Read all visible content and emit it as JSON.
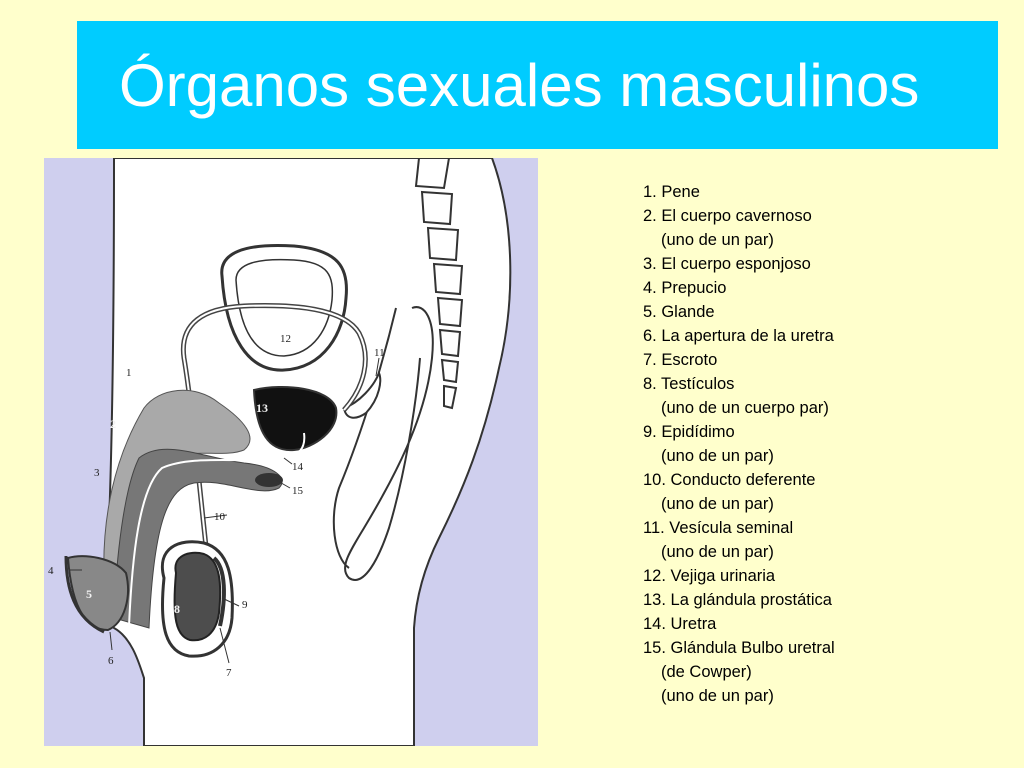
{
  "title": "Órganos sexuales masculinos",
  "colors": {
    "background": "#ffffcc",
    "title_bar": "#00ccff",
    "title_text": "#ffffff",
    "diagram_background": "#cfcfee"
  },
  "diagram_labels": [
    "1",
    "2",
    "3",
    "4",
    "5",
    "6",
    "7",
    "8",
    "9",
    "10",
    "11",
    "12",
    "13",
    "14",
    "15"
  ],
  "legend": [
    [
      "1. Pene"
    ],
    [
      "2. El cuerpo cavernoso",
      "(uno de un par)"
    ],
    [
      "3. El cuerpo esponjoso"
    ],
    [
      "4. Prepucio"
    ],
    [
      "5. Glande"
    ],
    [
      "6. La apertura de la uretra"
    ],
    [
      "7. Escroto"
    ],
    [
      "8. Testículos",
      "(uno de un cuerpo par)"
    ],
    [
      "9. Epidídimo",
      "(uno de un par)"
    ],
    [
      "10. Conducto deferente",
      "(uno de un par)"
    ],
    [
      "11. Vesícula seminal",
      "(uno de un par)"
    ],
    [
      "12. Vejiga urinaria"
    ],
    [
      "13. La glándula prostática"
    ],
    [
      "14. Uretra"
    ],
    [
      "15. Glándula Bulbo uretral",
      "(de Cowper)",
      "(uno de un par)"
    ]
  ]
}
